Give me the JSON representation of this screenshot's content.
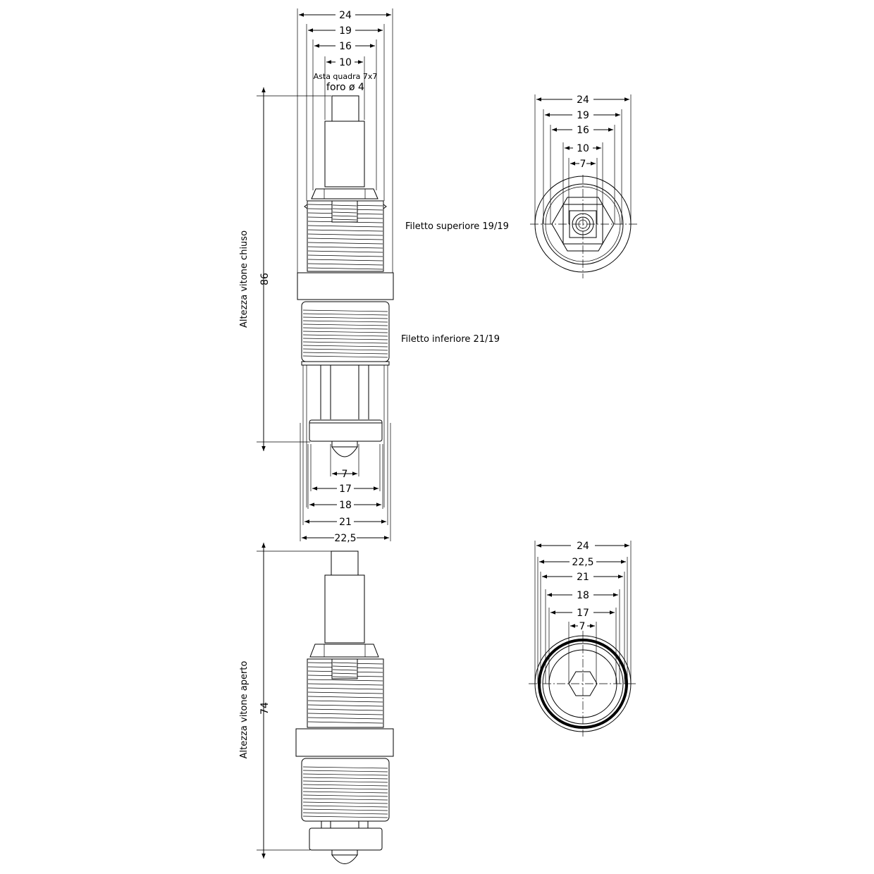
{
  "side_closed": {
    "top_dims": [
      "24",
      "19",
      "16",
      "10"
    ],
    "note_line1": "Asta quadra 7x7",
    "note_line2": "foro ø 4",
    "bottom_dims": [
      "7",
      "17",
      "18",
      "21",
      "22,5"
    ],
    "height_value": "86",
    "height_label": "Altezza vitone chiuso",
    "upper_thread_label": "Filetto superiore 19/19",
    "lower_thread_label": "Filetto inferiore 21/19"
  },
  "top_view": {
    "dims": [
      "24",
      "19",
      "16",
      "10",
      "7"
    ]
  },
  "side_open": {
    "height_value": "74",
    "height_label": "Altezza vitone aperto"
  },
  "bottom_view": {
    "dims": [
      "24",
      "22,5",
      "21",
      "18",
      "17",
      "7"
    ]
  }
}
